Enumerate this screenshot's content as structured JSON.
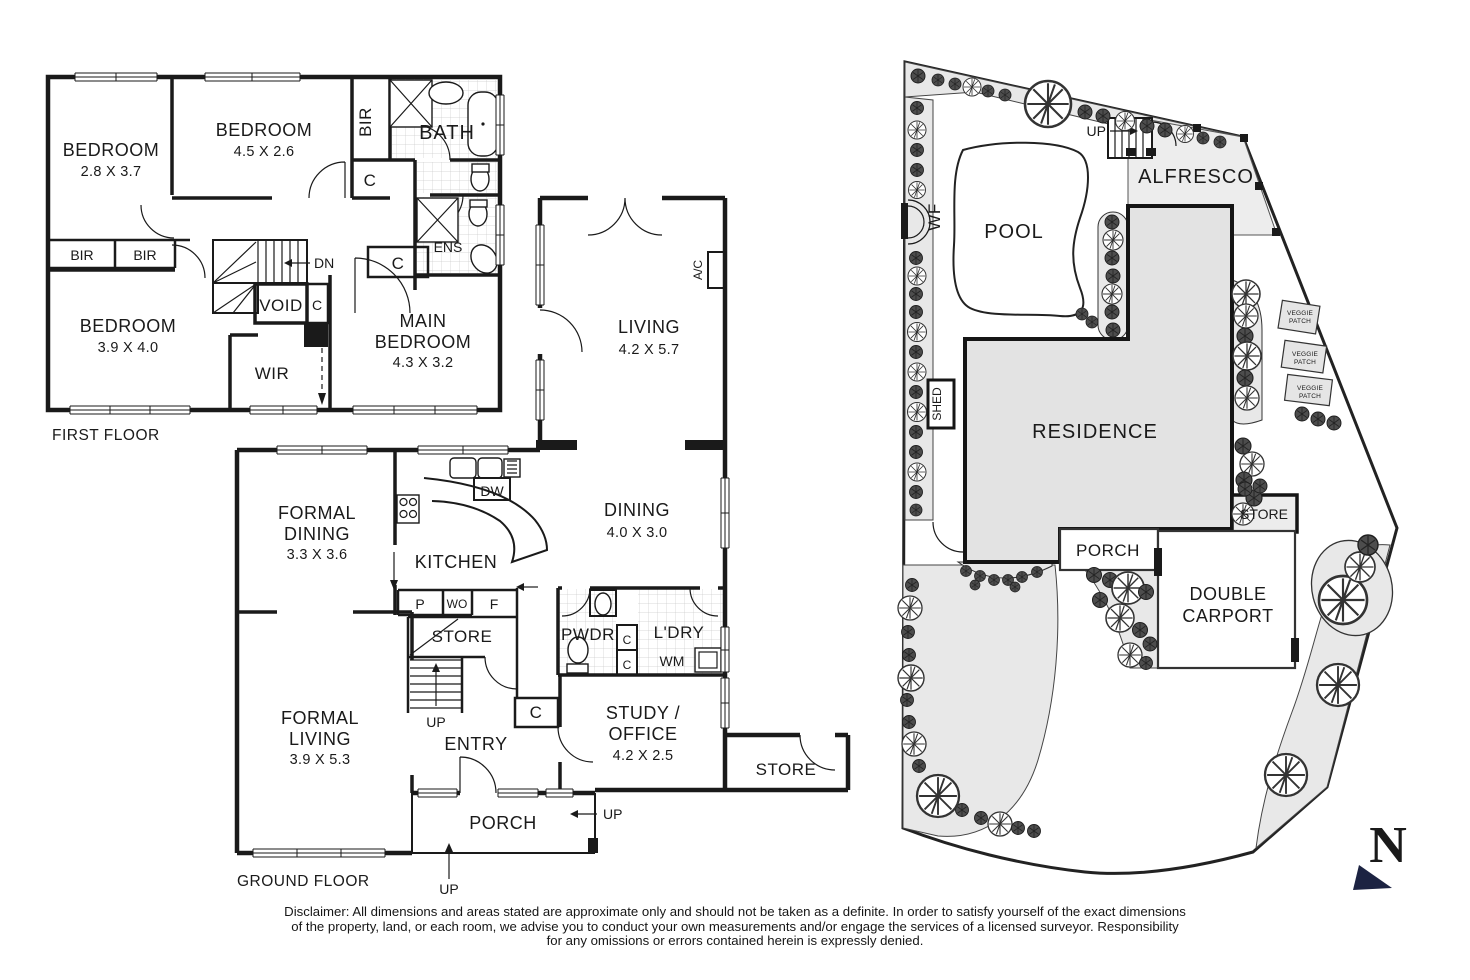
{
  "first_floor": {
    "label": "FIRST FLOOR",
    "bedroom_top_left": {
      "name": "BEDROOM",
      "dims": "2.8 X 3.7"
    },
    "bedroom_top_mid": {
      "name": "BEDROOM",
      "dims": "4.5 X 2.6"
    },
    "bedroom_bottom_left": {
      "name": "BEDROOM",
      "dims": "3.9 X 4.0"
    },
    "main_bedroom": {
      "line1": "MAIN",
      "line2": "BEDROOM",
      "dims": "4.3 X 3.2"
    },
    "bath": "BATH",
    "ens": "ENS",
    "void": "VOID",
    "wir": "WIR",
    "dn": "DN",
    "bir_robe": "BIR",
    "bir_left_a": "BIR",
    "bir_left_b": "BIR",
    "closet_bath": "C",
    "closet_stair": "C",
    "closet_main": "C"
  },
  "ground_floor": {
    "label": "GROUND FLOOR",
    "living": {
      "name": "LIVING",
      "dims": "4.2 X 5.7"
    },
    "dining": {
      "name": "DINING",
      "dims": "4.0 X 3.0"
    },
    "formal_dining": {
      "line1": "FORMAL",
      "line2": "DINING",
      "dims": "3.3 X 3.6"
    },
    "formal_living": {
      "line1": "FORMAL",
      "line2": "LIVING",
      "dims": "3.9 X 5.3"
    },
    "study": {
      "line1": "STUDY /",
      "line2": "OFFICE",
      "dims": "4.2 X 2.5"
    },
    "kitchen": "KITCHEN",
    "dw": "DW",
    "pantry": "P",
    "wall_oven": "WO",
    "fridge": "F",
    "store_hall": "STORE",
    "store_rear": "STORE",
    "pwdr": "PWDR",
    "ldry": "L'DRY",
    "wm": "WM",
    "closet_a": "C",
    "closet_b": "C",
    "closet_entry": "C",
    "entry": "ENTRY",
    "porch": "PORCH",
    "ac": "A/C",
    "up_stairs": "UP",
    "up_porch_side": "UP",
    "up_porch_front": "UP"
  },
  "site": {
    "pool": "POOL",
    "wf": "WF",
    "up": "UP",
    "alfresco": "ALFRESCO",
    "shed": "SHED",
    "residence": "RESIDENCE",
    "store": "STORE",
    "porch": "PORCH",
    "carport": {
      "line1": "DOUBLE",
      "line2": "CARPORT"
    },
    "veggie_1": {
      "line1": "VEGGIE",
      "line2": "PATCH"
    },
    "veggie_2": {
      "line1": "VEGGIE",
      "line2": "PATCH"
    },
    "veggie_3": {
      "line1": "VEGGIE",
      "line2": "PATCH"
    },
    "north": "N"
  },
  "disclaimer": {
    "line1": "Disclaimer: All dimensions and areas stated are approximate only and should not be taken as a definite. In order to satisfy yourself of the exact dimensions",
    "line2": "of the property, land, or each room, we advise you to conduct your own measurements and/or engage the services of a licensed surveyor. Responsibility",
    "line3": "for any omissions or errors contained herein is expressly denied."
  },
  "colors": {
    "line": "#1a1a1a",
    "garden": "#e8e8e8",
    "residence": "#e3e3e3",
    "alfresco": "#ededed",
    "navy": "#1c2342"
  }
}
